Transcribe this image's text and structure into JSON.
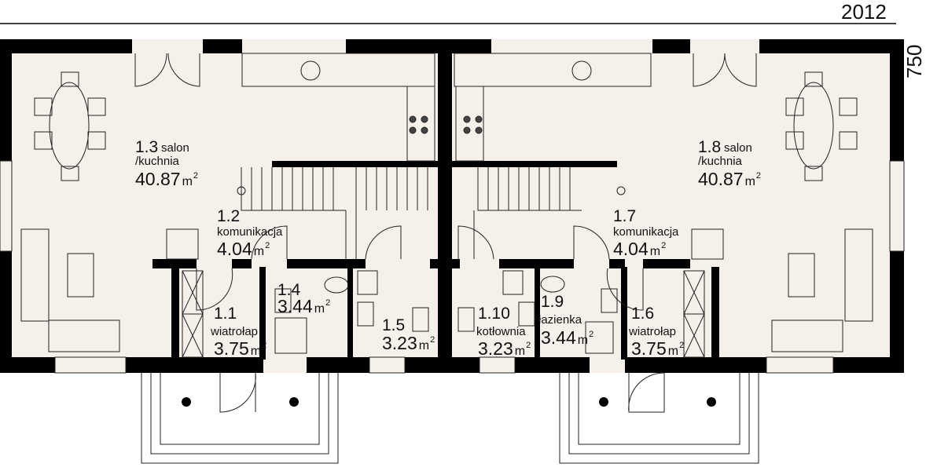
{
  "dimensions": {
    "width_label": "2012",
    "depth_label": "750"
  },
  "colors": {
    "wall": "#000000",
    "floor": "#f6f0eb",
    "line": "#222222"
  },
  "unit": "m",
  "unit_power": "2",
  "rooms": [
    {
      "number": "1.3",
      "name": "salon",
      "name2": "/kuchnia",
      "area": "40.87"
    },
    {
      "number": "1.2",
      "name": "komunikacja",
      "area": "4.04"
    },
    {
      "number": "1.4",
      "name": "",
      "area": "3.44"
    },
    {
      "number": "1.1",
      "name": "wiatrołap",
      "area": "3.75"
    },
    {
      "number": "1.5",
      "name": "",
      "area": "3.23"
    },
    {
      "number": "1.10",
      "name": "kotłownia",
      "area": "3.23"
    },
    {
      "number": "1.9",
      "name": "łazienka",
      "area": "3.44"
    },
    {
      "number": "1.6",
      "name": "wiatrołap",
      "area": "3.75"
    },
    {
      "number": "1.7",
      "name": "komunikacja",
      "area": "4.04"
    },
    {
      "number": "1.8",
      "name": "salon",
      "name2": "/kuchnia",
      "area": "40.87"
    }
  ]
}
